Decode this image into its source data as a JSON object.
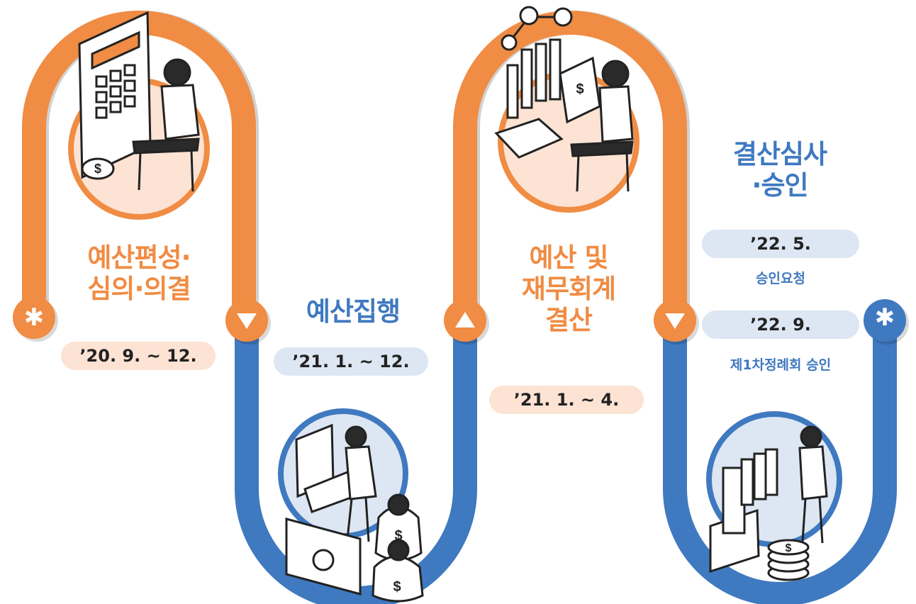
{
  "steps": [
    {
      "title_line1": "예산편성·",
      "title_line2": "심의·의결",
      "period": "’20. 9. ~ 12."
    },
    {
      "title": "예산집행",
      "period": "’21. 1. ~ 12."
    },
    {
      "title_line1": "예산 및",
      "title_line2": "재무회계",
      "title_line3": "결산",
      "period": "’21. 1. ~ 4."
    },
    {
      "title_line1": "결산심사",
      "title_line2": "·승인",
      "milestones": [
        {
          "date": "’22. 5.",
          "desc": "승인요청"
        },
        {
          "date": "’22. 9.",
          "desc": "제1차정례회 승인"
        }
      ]
    }
  ],
  "markers": {
    "start": "✱",
    "end": "✱"
  },
  "icons": {
    "step1": "calculator-person-illustration-icon",
    "step2": "laptop-money-person-illustration-icon",
    "step3": "financial-chart-person-illustration-icon",
    "step4": "documents-coins-person-illustration-icon",
    "direction_down": "triangle-down-icon",
    "direction_up": "triangle-up-icon"
  },
  "colors": {
    "orange": "#f08c43",
    "blue": "#3f79c0",
    "orange_light": "#fce3d3",
    "blue_light": "#dde6f3"
  }
}
